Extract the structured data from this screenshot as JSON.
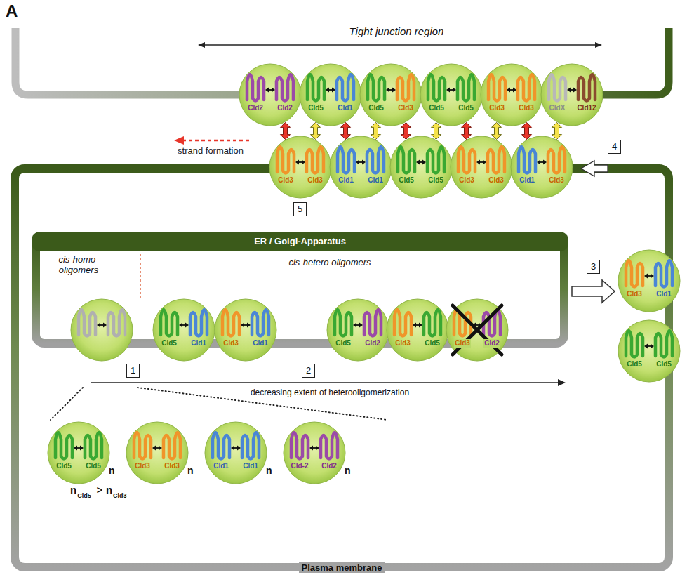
{
  "diagram": {
    "nodes": [
      {
        "text": [
          "Cld2",
          "Cld2"
        ]
      },
      {
        "text": [
          "Cld5",
          "Cld1"
        ]
      },
      {
        "text": [
          "Cld5",
          "Cld3"
        ]
      },
      {
        "text": [
          "Cld5",
          "Cld5"
        ]
      },
      {
        "text": [
          "Cld3",
          "Cld3"
        ]
      },
      {
        "text": [
          "CldX",
          "Cld12"
        ]
      },
      {
        "text": [
          "Cld3",
          "Cld3"
        ]
      },
      {
        "text": [
          "Cld1",
          "Cld1"
        ]
      },
      {
        "text": [
          "Cld5",
          "Cld5"
        ]
      },
      {
        "text": [
          "Cld3",
          "Cld3"
        ]
      },
      {
        "text": [
          "Cld1",
          "Cld3"
        ]
      },
      {
        "text": [
          "Cld3",
          "Cld1"
        ]
      },
      {
        "text": [
          "Cld5",
          "Cld5"
        ]
      },
      {
        "text": [
          "Plasma membrane"
        ]
      },
      {
        "text": [
          "ER / Golgi-Apparatus"
        ],
        "in": 13
      },
      {
        "text": [
          "Cld5",
          "Cld1"
        ],
        "in": 14
      },
      {
        "text": [
          "Cld3",
          "Cld1"
        ],
        "in": 14
      },
      {
        "text": [
          "Cld5",
          "Cld2"
        ],
        "in": 14
      },
      {
        "text": [
          "Cld3",
          "Cld5"
        ],
        "in": 14
      },
      {
        "text": [
          "Cld3",
          "Cld2"
        ],
        "in": 14
      },
      {
        "text": [
          "Cld5",
          "Cld5",
          "n"
        ],
        "in": 13
      },
      {
        "text": [
          "Cld3",
          "Cld3",
          "n"
        ],
        "in": 13
      },
      {
        "text": [
          "Cld1",
          "Cld1",
          "n"
        ],
        "in": 13
      },
      {
        "text": [
          "Cld-2",
          "Cld2",
          "n"
        ],
        "in": 13
      }
    ],
    "edges": [
      {
        "from": 0,
        "to": 6,
        "arrow": "both"
      },
      {
        "from": 1,
        "to": 6,
        "arrow": "both"
      },
      {
        "from": 1,
        "to": 7,
        "arrow": "both"
      },
      {
        "from": 2,
        "to": 7,
        "arrow": "both"
      },
      {
        "from": 2,
        "to": 8,
        "arrow": "both"
      },
      {
        "from": 3,
        "to": 8,
        "arrow": "both"
      },
      {
        "from": 3,
        "to": 9,
        "arrow": "both"
      },
      {
        "from": 4,
        "to": 9,
        "arrow": "both"
      },
      {
        "from": 4,
        "to": 10,
        "arrow": "both"
      },
      {
        "from": 5,
        "to": 10,
        "arrow": "both"
      }
    ],
    "labels": [
      "A",
      "Tight junction region",
      "strand formation",
      "4",
      "5",
      "3",
      "cis-homo- oligomers",
      "cis-hetero oligomers",
      "1",
      "2",
      "decreasing extent of heterooligomerization",
      "n",
      "Cld5",
      ">",
      "n",
      "Cld3"
    ]
  }
}
